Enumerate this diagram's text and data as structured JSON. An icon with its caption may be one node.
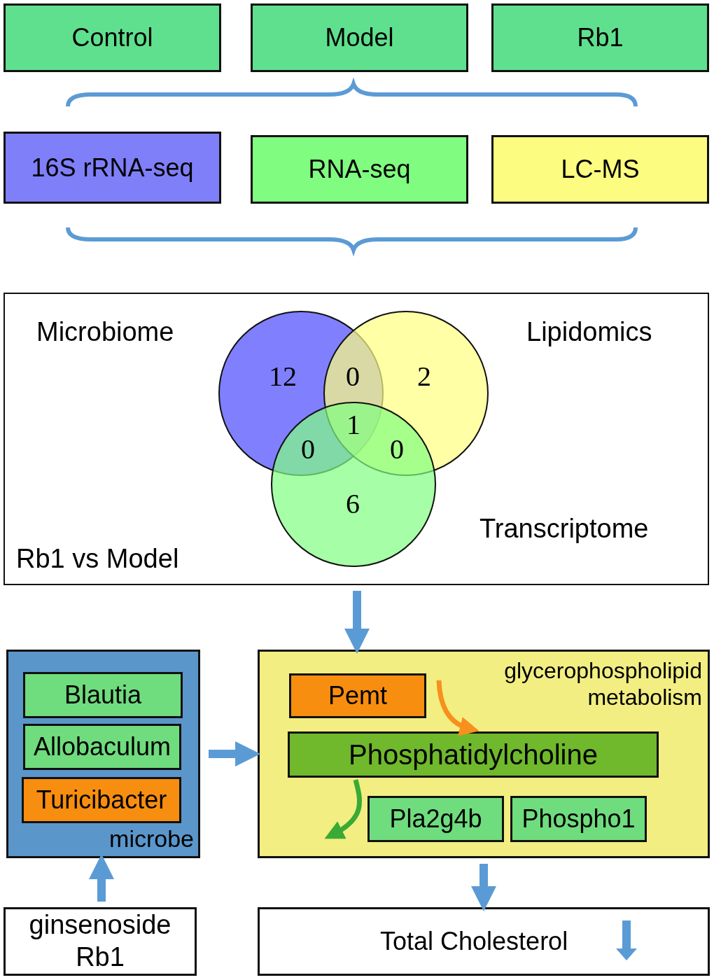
{
  "diagram": {
    "nodes": [
      {
        "text": [
          "Control"
        ]
      },
      {
        "text": [
          "Model"
        ]
      },
      {
        "text": [
          "Rb1"
        ]
      },
      {
        "text": [
          "16S rRNA-seq"
        ]
      },
      {
        "text": [
          "RNA-seq"
        ]
      },
      {
        "text": [
          "LC-MS"
        ]
      },
      {
        "text": [
          "Rb1 vs Model"
        ]
      },
      {
        "text": [
          "microbe"
        ]
      },
      {
        "text": [
          "Blautia"
        ],
        "in": 7
      },
      {
        "text": [
          "Allobaculum"
        ],
        "in": 7
      },
      {
        "text": [
          "Turicibacter"
        ],
        "in": 7
      },
      {
        "text": [
          "glycerophospholipid metabolism"
        ]
      },
      {
        "text": [
          "Pemt"
        ],
        "in": 11
      },
      {
        "text": [
          "Phosphatidylcholine"
        ],
        "in": 11
      },
      {
        "text": [
          "Pla2g4b"
        ],
        "in": 11
      },
      {
        "text": [
          "Phospho1"
        ],
        "in": 11
      },
      {
        "text": [
          "ginsenoside Rb1"
        ]
      },
      {
        "text": [
          "Total Cholesterol"
        ]
      }
    ],
    "edges": [
      {
        "from": 6,
        "to": 11,
        "arrow": "to"
      },
      {
        "from": 7,
        "to": 11,
        "arrow": "to"
      },
      {
        "from": 16,
        "to": 7,
        "arrow": "to"
      },
      {
        "from": 11,
        "to": 17,
        "arrow": "to"
      },
      {
        "from": 12,
        "to": 13,
        "arrow": "to",
        "color": "#f7901e"
      },
      {
        "from": 13,
        "to": null,
        "arrow": "to",
        "color": "#3aaa35"
      }
    ],
    "labels": [
      "Microbiome",
      "Lipidomics",
      "12",
      "0",
      "2",
      "1",
      "0",
      "0",
      "6",
      "Transcriptome"
    ]
  }
}
